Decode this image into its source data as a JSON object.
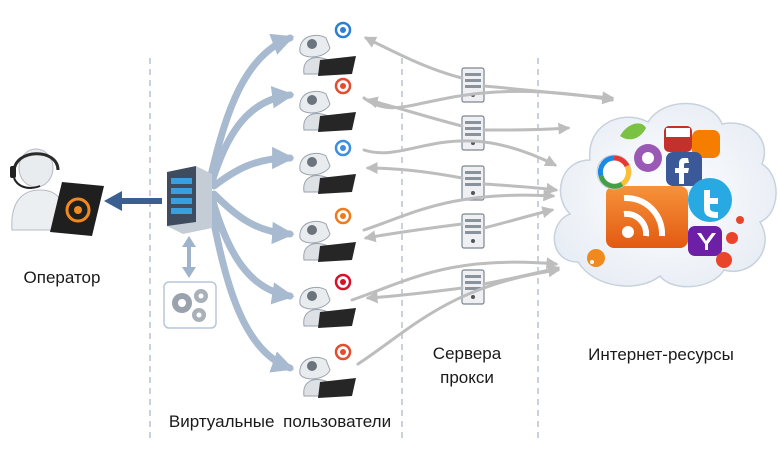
{
  "labels": {
    "operator": "Оператор",
    "virtual_users": "Виртуальные  пользователи",
    "proxy_servers_line1": "Сервера",
    "proxy_servers_line2": "прокси",
    "internet_resources": "Интернет-ресурсы"
  },
  "virtual_users": [
    {
      "browser": "internet-explorer-icon",
      "color": "#2a7fd4"
    },
    {
      "browser": "chrome-icon",
      "color": "#e44b2f"
    },
    {
      "browser": "safari-icon",
      "color": "#3d8ee0"
    },
    {
      "browser": "firefox-icon",
      "color": "#f07a1a"
    },
    {
      "browser": "opera-icon",
      "color": "#d8102a"
    },
    {
      "browser": "chrome-icon",
      "color": "#e44b2f"
    }
  ],
  "proxy_server_count": 5,
  "internet_icons": [
    "rss-icon",
    "google-icon",
    "picasa-icon",
    "youtube-icon",
    "facebook-icon",
    "twitter-icon",
    "yahoo-icon",
    "blogger-icon",
    "plus-icon"
  ],
  "colors": {
    "main_arrow": "#9fb3cc",
    "operator_arrow": "#3b5f91",
    "proxy_arrow": "#bdbdbd",
    "divider": "#c9d2dc",
    "rss": "#ee6c1f"
  }
}
